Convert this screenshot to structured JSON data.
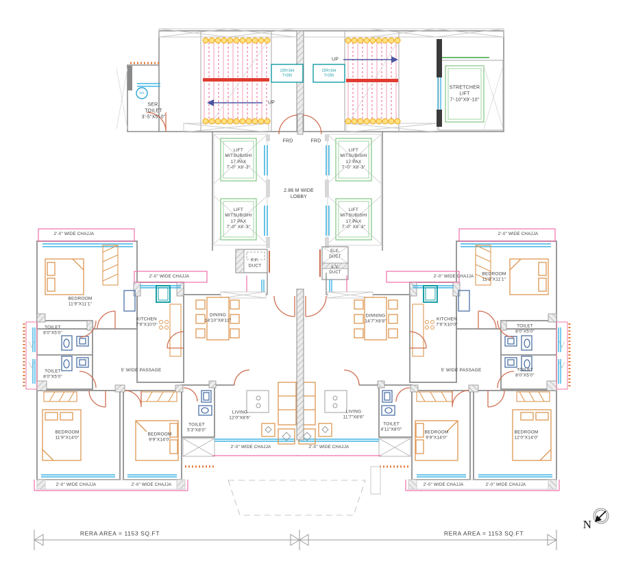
{
  "drawing": {
    "up_left": "UP",
    "up_right": "UP",
    "stair_spec": "22R=164\nT=250",
    "ser_toilet": "SER.\nTOILET\n3'-5\"X5'-0\"",
    "w3": "W3",
    "stretcher_lift": "STRETCHER\nLIFT\n7'-10\"X9'-10\"",
    "frd": "FRD",
    "lift": "LIFT\nMITSUBISHI\n17 PAX\n7'-0\" X8'-3\"",
    "lobby": "2.86 M WIDE\nLOBBY",
    "ff_duct": "F.F.\nDUCT",
    "ele_duct": "ELE.\nDUCT",
    "lv_duct": "L.V.\nDUCT",
    "chajja": "2'-0\" WIDE CHAJJA",
    "passage": "5' WIDE PASSAGE"
  },
  "left_unit": {
    "bedroom1": "BEDROOM\n11'9\"X11'1\"",
    "kitchen": "KITCHEN\n7'9\"X10'0\"",
    "dining": "DINING\n14'10\"X8'11\"",
    "toilet_top": "TOILET\n8'0\"X5'0\"",
    "toilet_bottom": "TOILET\n8'0\"X5'0\"",
    "bedroom2": "BEDROOM\n11'9\"X14'0\"",
    "bedroom3": "BEDROOM\n9'9\"X14'0\"",
    "toilet3": "TOILET\n5'3\"X8'0\"",
    "living": "LIVING\n12'0\"X8'6\""
  },
  "right_unit": {
    "bedroom1": "BEDROOM\n11'9\"X11'1\"",
    "kitchen": "KITCHEN\n7'9\"X10'0\"",
    "dining": "DINNING\n14'7\"X8'8\"",
    "toilet_top": "TOILET\n8'0\"X5'0\"",
    "toilet_bottom": "TOILET\n8'0\"X5'0\"",
    "bedroom2": "BEDROOM\n9'9\"X14'0\"",
    "bedroom3": "BEDROOM\n12'0\"X14'0\"",
    "toilet3": "TOILET\n4'11\"X8'0\"",
    "living": "LIVING\n11'7\"X8'6\""
  },
  "footer": {
    "rera_left": "RERA AREA = 1153 SQ.FT",
    "rera_right": "RERA AREA = 1153 SQ.FT",
    "north": "N"
  },
  "colors": {
    "wall": "#8f8f8f",
    "window_blue": "#3db3e3",
    "chajja_pink": "#f06eaa",
    "furniture_orange": "#dd9651",
    "fixture_blue": "#4a6fa5",
    "lift_green": "#9fd4a0",
    "stair_red": "#e03c31",
    "arrow_navy": "#4a55a2",
    "dot_yellow": "#ffe082",
    "teal": "#00939c"
  }
}
